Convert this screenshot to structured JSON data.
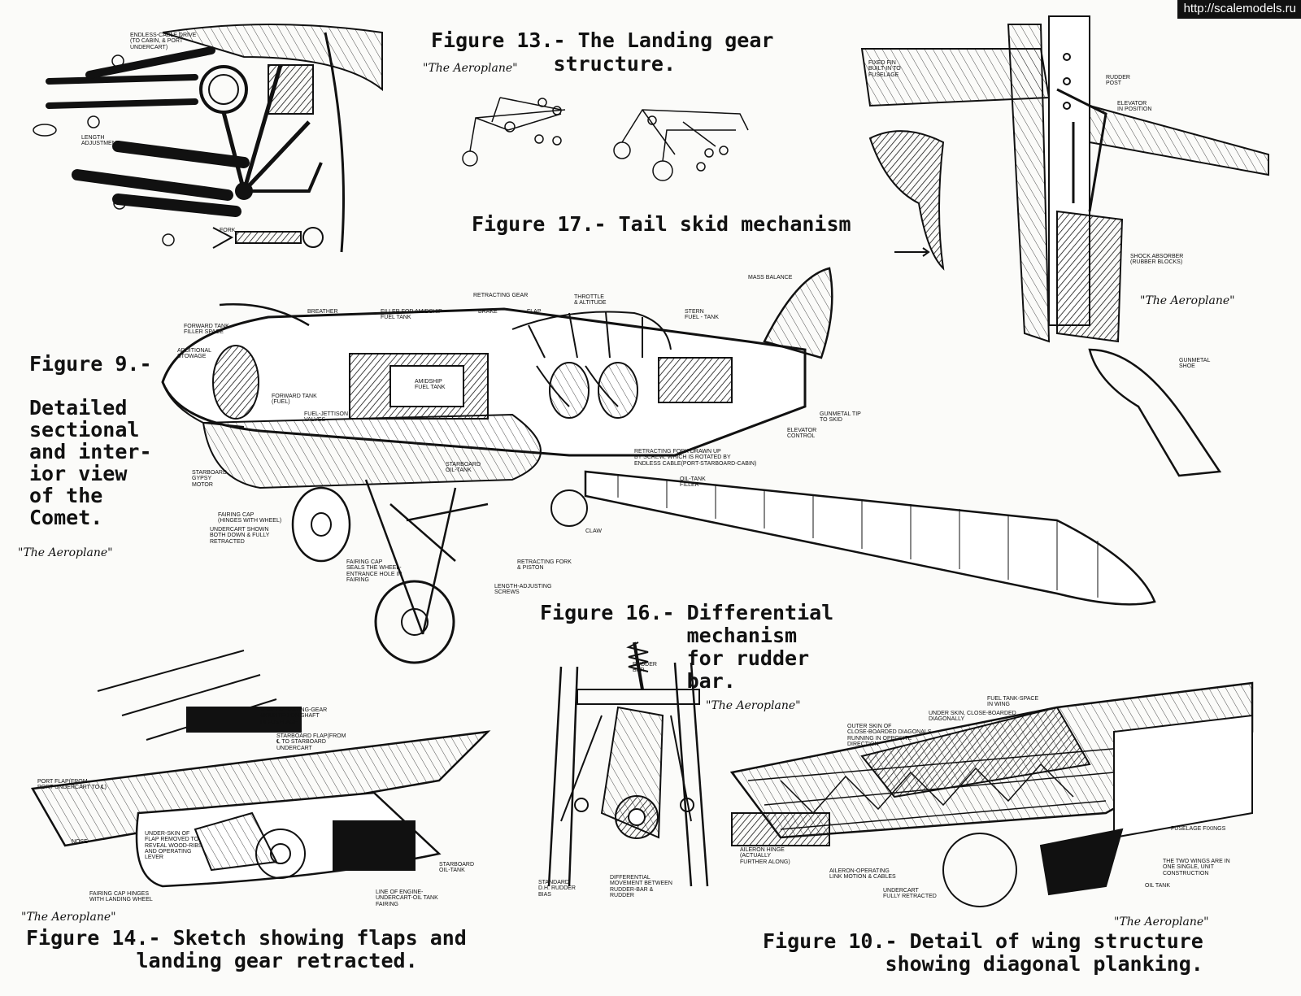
{
  "watermark": "http://scalemodels.ru",
  "credit": "\"The Aeroplane\"",
  "figures": {
    "fig13": {
      "title": "Figure 13.- The Landing gear\n          structure."
    },
    "fig17": {
      "title": "Figure 17.- Tail skid mechanism"
    },
    "fig9": {
      "title": "Figure 9.-",
      "subtitle": "Detailed\nsectional\nand inter-\nior view\nof the\nComet."
    },
    "fig16": {
      "title": "Figure 16.- Differential\n            mechanism\n            for rudder\n            bar."
    },
    "fig14": {
      "title": "Figure 14.- Sketch showing flaps and\n         landing gear retracted."
    },
    "fig10": {
      "title": "Figure 10.- Detail of wing structure\n          showing diagonal planking."
    }
  },
  "labels": {
    "endless_cable": "ENDLESS-CABLE DRIVE\n(TO CABIN, & PORT\nUNDERCART)",
    "length_adj": "LENGTH\nADJUSTMENT",
    "fork": "FORK",
    "fixed_fin": "FIXED FIN\nBUILT-IN TO\nFUSELAGE",
    "rudder_post": "RUDDER\nPOST",
    "elevator_pos": "ELEVATOR\nIN POSITION",
    "shock_absorber": "SHOCK ABSORBER\n(RUBBER BLOCKS)",
    "gunmetal_shoe": "GUNMETAL\nSHOE",
    "mass_balance": "MASS BALANCE",
    "breather": "BREATHER",
    "filler_amidship": "FILLER FOR AMIDSHIP\nFUEL TANK",
    "retracting_gear": "RETRACTING GEAR",
    "brake": "BRAKE",
    "flap": "FLAP",
    "throttle": "THROTTLE\n& ALTITUDE",
    "stern_tank": "STERN\nFUEL - TANK",
    "fwd_tank_filler": "FORWARD TANK\nFILLER SPACE",
    "additional_stowage": "ADDITIONAL\nSTOWAGE",
    "fwd_tank": "FORWARD TANK\n(FUEL)",
    "amidship_tank": "AMIDSHIP\nFUEL TANK",
    "fuel_jettison": "FUEL-JETTISON\nVALVES",
    "gunmetal_tip": "GUNMETAL TIP\nTO SKID",
    "elevator_control": "ELEVATOR\nCONTROL",
    "retracting_fork": "RETRACTING FORK DRAWN UP\nBY SCREW, WHICH IS ROTATED BY\nENDLESS CABLE(PORT-STARBOARD-CABIN)",
    "starboard_oil": "STARBOARD\nOIL-TANK",
    "oil_filler": "OIL-TANK\nFILLER",
    "starboard_gypsy": "STARBOARD\nGYPSY\nMOTOR",
    "fairing_cap": "FAIRING CAP\n(HINGES WITH WHEEL)",
    "undercart_shown": "UNDERCART SHOWN\nBOTH DOWN & FULLY\nRETRACTED",
    "fairing_cap_seals": "FAIRING CAP\nSEALS THE WHEEL-\nENTRANCE HOLE IN\nFAIRING",
    "retracting_piston": "RETRACTING FORK\n& PISTON",
    "length_screws": "LENGTH-ADJUSTING\nSCREWS",
    "claw": "CLAW",
    "flap_gear": "FLAP OPERATING-GEAR\nMOUNTED ON SHAFT\nIN FUSELAGE",
    "stbd_flap": "STARBOARD FLAP(FROM\n℄ TO STARBOARD\nUNDERCART",
    "port_flap": "PORT FLAP(FROM\nPORT UNDERCART TO ℄)",
    "nose": "NOSE",
    "under_skin_flap": "UNDER-SKIN OF\nFLAP REMOVED TO\nREVEAL WOOD-RIBS\nAND OPERATING\nLEVER",
    "stbd_oil14": "STARBOARD\nOIL-TANK",
    "fairing_hinges": "FAIRING CAP HINGES\nWITH LANDING WHEEL",
    "line_of_engine": "LINE OF ENGINE-\nUNDERCART-OIL TANK\nFAIRING",
    "rudder_bar": "RUDDER\nBAR",
    "std_bias": "STANDARD\nD.H. RUDDER\nBIAS",
    "diff_movement": "DIFFERENTIAL\nMOVEMENT BETWEEN\nRUDDER-BAR &\nRUDDER",
    "fuel_tank_space": "FUEL TANK-SPACE\nIN WING",
    "under_skin_close": "UNDER SKIN, CLOSE-BOARDED\nDIAGONALLY",
    "outer_skin": "OUTER SKIN OF\nCLOSE-BOARDED DIAGONALS\nRUNNING IN OPPOSITE\nDIRECTION",
    "fuselage_fixings": "FUSELAGE FIXINGS",
    "aileron_hinge": "AILERON HINGE\n(ACTUALLY\nFURTHER ALONG)",
    "aileron_op": "AILERON-OPERATING\nLINK MOTION & CABLES",
    "undercart_retracted": "UNDERCART\nFULLY RETRACTED",
    "two_wings": "THE TWO WINGS ARE IN\nONE SINGLE, UNIT\nCONSTRUCTION",
    "oil_tank": "OIL TANK"
  }
}
